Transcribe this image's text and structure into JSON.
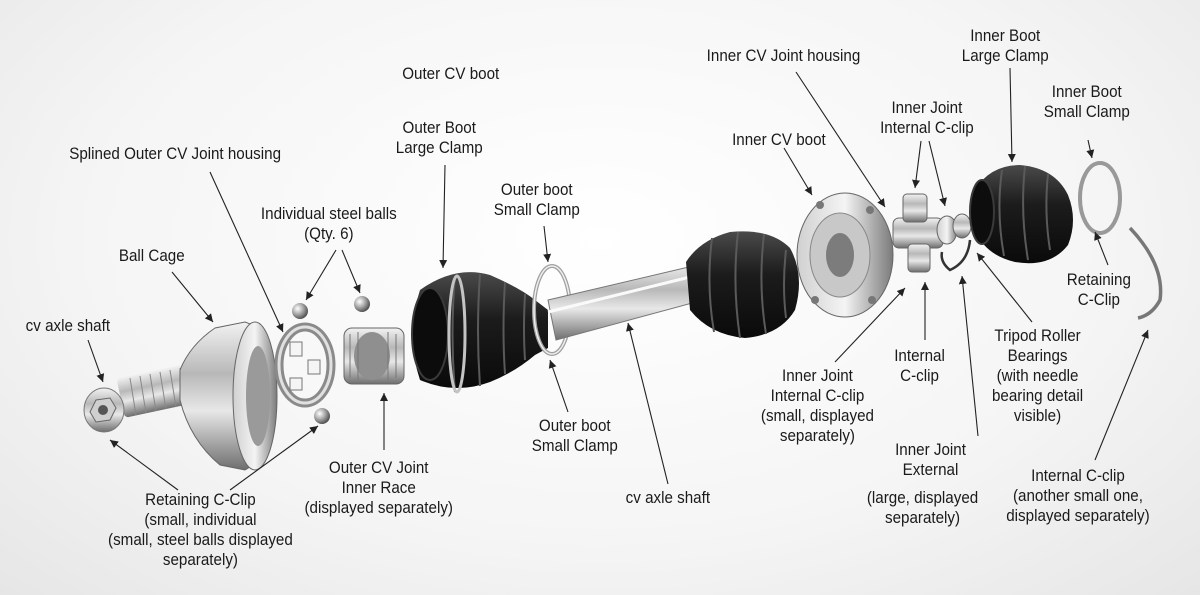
{
  "labels": {
    "outer_cv_boot": "Outer CV boot",
    "splined_outer_housing": "Splined Outer CV Joint housing",
    "outer_boot_large_clamp": [
      "Outer Boot",
      "Large Clamp"
    ],
    "steel_balls": [
      "Individual steel balls",
      "(Qty. 6)"
    ],
    "outer_boot_small_clamp_top": [
      "Outer boot",
      "Small Clamp"
    ],
    "ball_cage": "Ball Cage",
    "cv_axle_shaft_left": "cv axle shaft",
    "retaining_c_clip_left": [
      "Retaining C-Clip",
      "(small, individual",
      "(small, steel balls displayed",
      "separately)"
    ],
    "outer_cv_inner_race": [
      "Outer CV Joint",
      "Inner Race",
      "(displayed separately)"
    ],
    "outer_boot_small_clamp_bottom": [
      "Outer boot",
      "Small Clamp"
    ],
    "cv_axle_shaft_center": "cv axle shaft",
    "inner_cv_housing": "Inner CV Joint housing",
    "inner_cv_boot": "Inner CV boot",
    "inner_boot_large_clamp": [
      "Inner Boot",
      "Large Clamp"
    ],
    "inner_joint_internal_c_clip_top": [
      "Inner Joint",
      "Internal C-clip"
    ],
    "inner_boot_small_clamp": [
      "Inner Boot",
      "Small Clamp"
    ],
    "retaining_c_clip_right": [
      "Retaining",
      "C-Clip"
    ],
    "tripod_roller_bearings": [
      "Tripod Roller",
      "Bearings",
      "(with needle",
      "bearing detail",
      "visible)"
    ],
    "internal_c_clip_mid": [
      "Internal",
      "C-clip"
    ],
    "inner_joint_internal_c_clip_small": [
      "Inner Joint",
      "Internal C-clip",
      "(small, displayed",
      "separately)"
    ],
    "inner_joint_external": [
      "Inner Joint",
      "External"
    ],
    "inner_joint_external_note": [
      "(large, displayed",
      "separately)"
    ],
    "internal_c_clip_right": [
      "Internal C-clip",
      "(another small one,",
      "displayed separately)"
    ]
  }
}
